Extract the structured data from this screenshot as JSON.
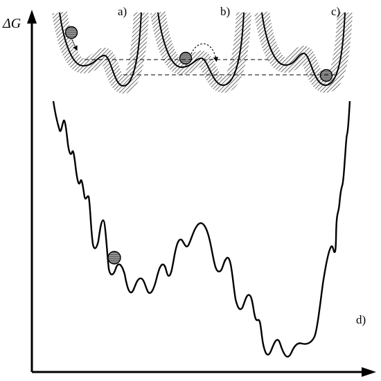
{
  "figure": {
    "y_axis_label": "ΔG",
    "panel_labels": {
      "a": "a)",
      "b": "b)",
      "c": "c)",
      "d": "d)"
    }
  },
  "colors": {
    "line": "#000000",
    "ball_fill": "#8a8a8a",
    "hatch": "#6e6e6e",
    "background": "#ffffff"
  }
}
